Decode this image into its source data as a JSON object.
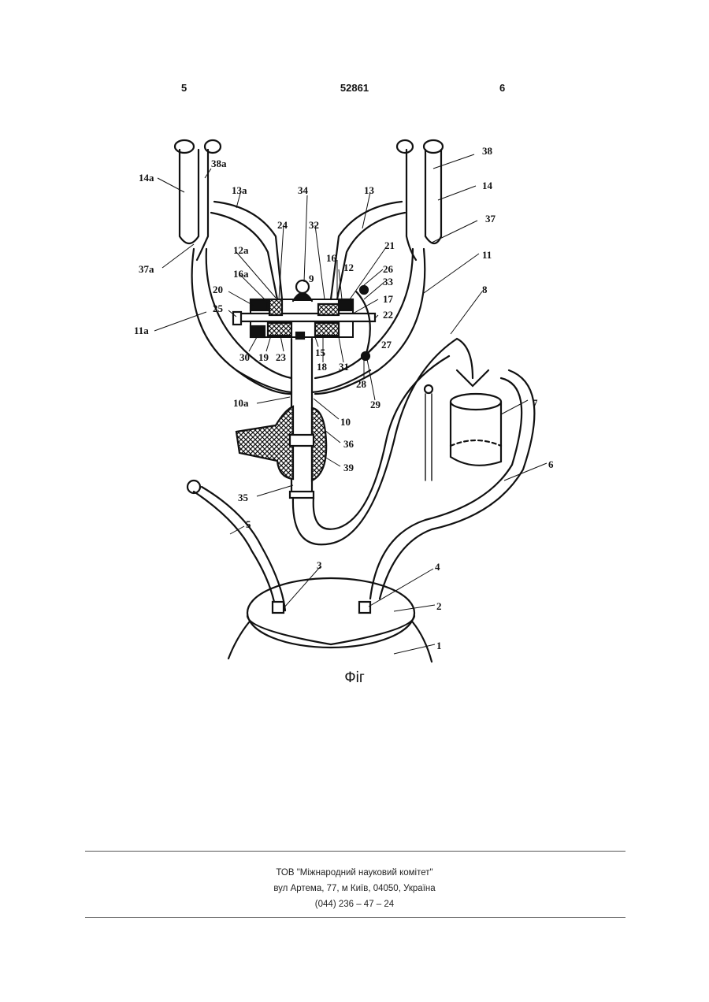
{
  "header": {
    "page_left": "5",
    "patent_number": "52861",
    "page_right": "6"
  },
  "figure": {
    "caption": "Фіг",
    "labels": {
      "l14a": "14a",
      "l38a": "38a",
      "l13a": "13a",
      "l34": "34",
      "l13": "13",
      "l38": "38",
      "l14": "14",
      "l37": "37",
      "l24": "24",
      "l32": "32",
      "l21": "21",
      "l12a": "12a",
      "l16": "16",
      "l12": "12",
      "l11": "11",
      "l26": "26",
      "l37a": "37a",
      "l16a": "16a",
      "l9": "9",
      "l33": "33",
      "l20": "20",
      "l17": "17",
      "l25": "25",
      "l22": "22",
      "l8": "8",
      "l11a": "11a",
      "l27": "27",
      "l30": "30",
      "l19": "19",
      "l23": "23",
      "l15": "15",
      "l18": "18",
      "l31": "31",
      "l28": "28",
      "l29": "29",
      "l10a": "10a",
      "l10": "10",
      "l7": "7",
      "l36": "36",
      "l39": "39",
      "l6": "6",
      "l35": "35",
      "l5": "5",
      "l3": "3",
      "l4": "4",
      "l2": "2",
      "l1": "1"
    }
  },
  "footer": {
    "line1": "ТОВ \"Міжнародний науковий комітет\"",
    "line2": "вул  Артема, 77, м  Київ, 04050, Україна",
    "line3": "(044) 236 – 47 – 24"
  }
}
